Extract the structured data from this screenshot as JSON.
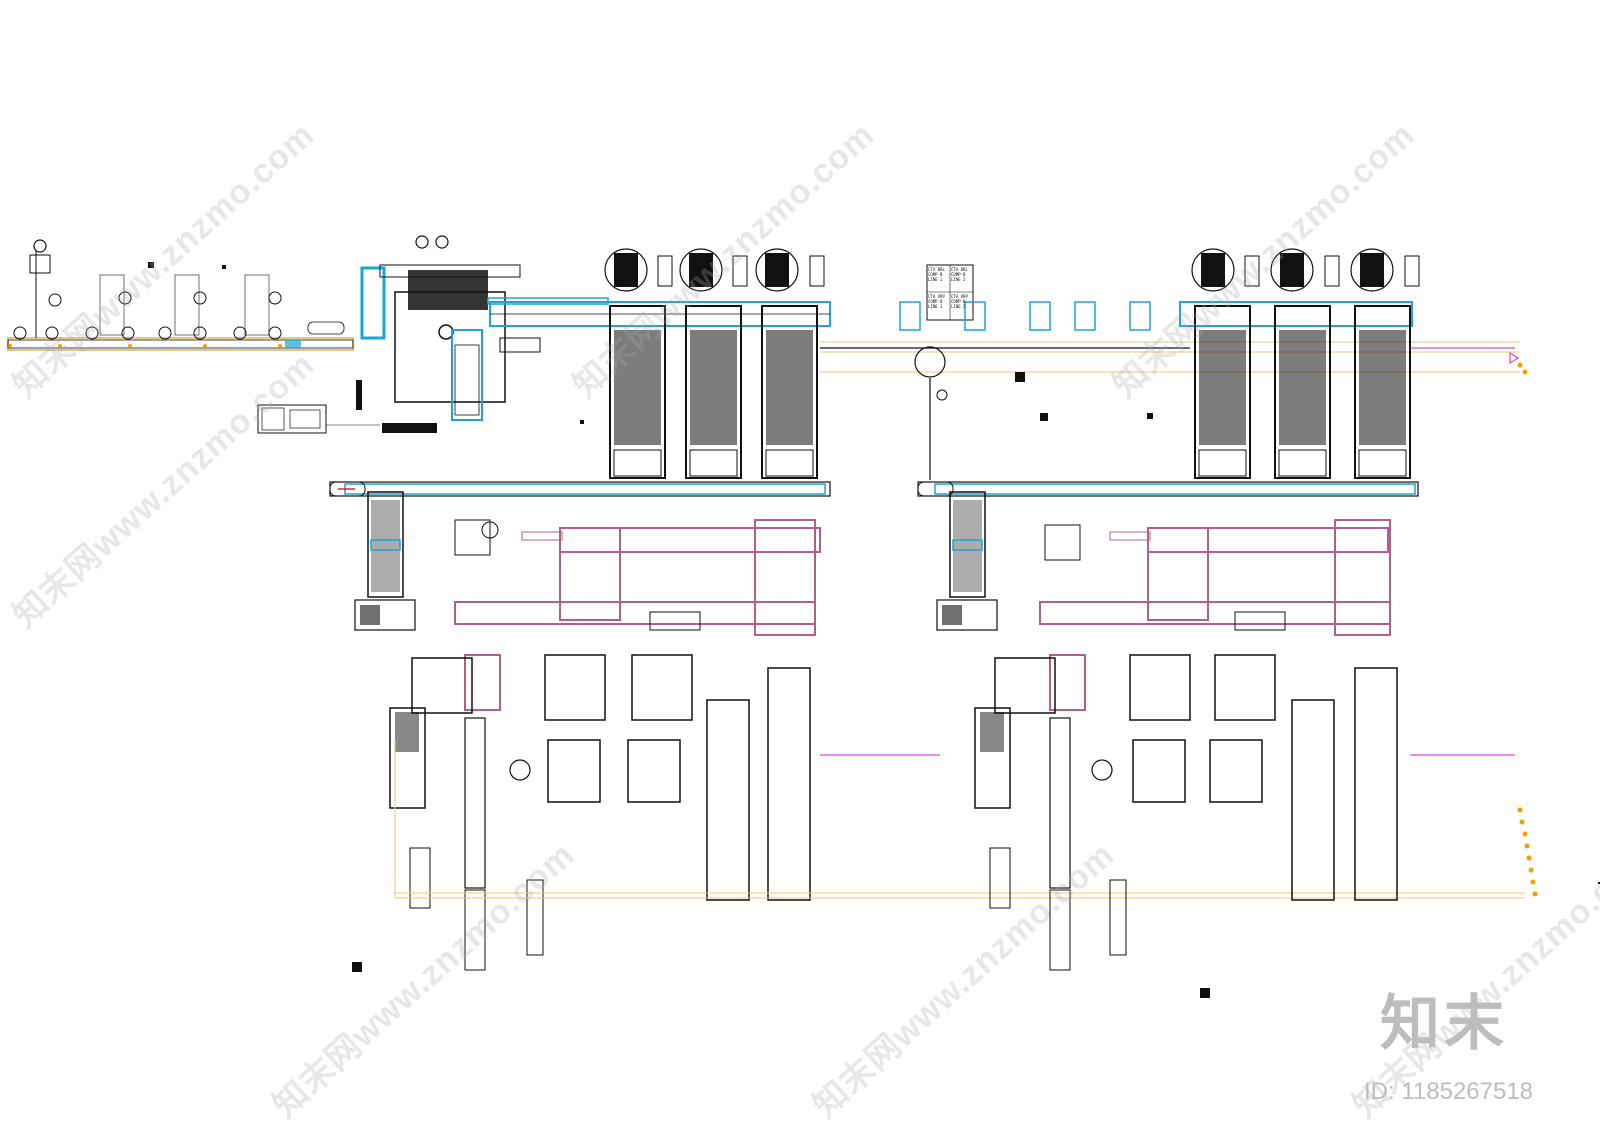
{
  "drawing": {
    "legend_lines": [
      "CTA BRL",
      "COMP B",
      "LINE 1",
      "CTA BRL",
      "COMP B",
      "LINE 2",
      "CTA VRP",
      "COMP B",
      "LINE 1",
      "CTA VRP",
      "COMP B",
      "LINE 2"
    ]
  },
  "watermarks": {
    "site": "知末网www.znzmo.com",
    "brand": "知末",
    "id": "ID: 1185267518"
  },
  "colors": {
    "line": "#111111",
    "conveyor_blue": "#1aa6d8",
    "process_pink": "#b0608a",
    "utility_yellow": "#e8c77a",
    "accent_orange": "#f2a100",
    "magenta": "#d020c0"
  }
}
